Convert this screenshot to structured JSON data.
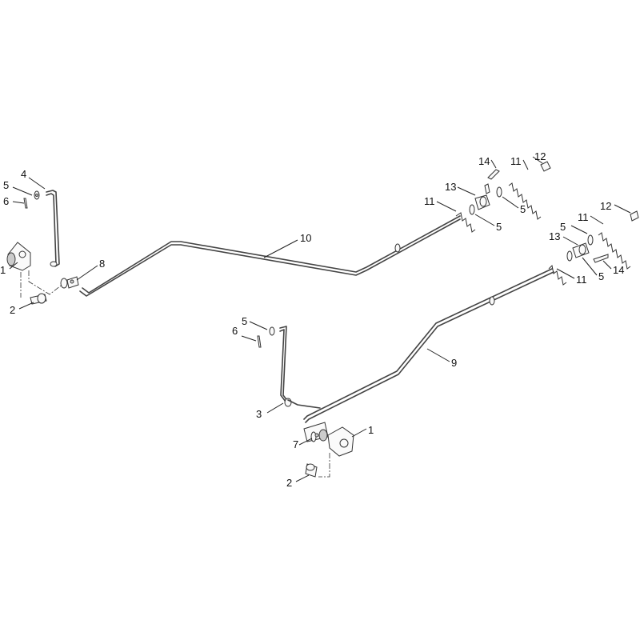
{
  "callouts": [
    {
      "id": "c1a",
      "text": "1"
    },
    {
      "id": "c2a",
      "text": "2"
    },
    {
      "id": "c4",
      "text": "4"
    },
    {
      "id": "c5a",
      "text": "5"
    },
    {
      "id": "c6a",
      "text": "6"
    },
    {
      "id": "c8",
      "text": "8"
    },
    {
      "id": "c10",
      "text": "10"
    },
    {
      "id": "c14a",
      "text": "14"
    },
    {
      "id": "c11a",
      "text": "11"
    },
    {
      "id": "c12a",
      "text": "12"
    },
    {
      "id": "c13a",
      "text": "13"
    },
    {
      "id": "c5b",
      "text": "5"
    },
    {
      "id": "c11b",
      "text": "11"
    },
    {
      "id": "c5c",
      "text": "5"
    },
    {
      "id": "c12b",
      "text": "12"
    },
    {
      "id": "c11c",
      "text": "11"
    },
    {
      "id": "c5d",
      "text": "5"
    },
    {
      "id": "c13b",
      "text": "13"
    },
    {
      "id": "c14b",
      "text": "14"
    },
    {
      "id": "c5e",
      "text": "5"
    },
    {
      "id": "c11d",
      "text": "11"
    },
    {
      "id": "c9",
      "text": "9"
    },
    {
      "id": "c5f",
      "text": "5"
    },
    {
      "id": "c6b",
      "text": "6"
    },
    {
      "id": "c3",
      "text": "3"
    },
    {
      "id": "c1b",
      "text": "1"
    },
    {
      "id": "c7",
      "text": "7"
    },
    {
      "id": "c2b",
      "text": "2"
    }
  ]
}
